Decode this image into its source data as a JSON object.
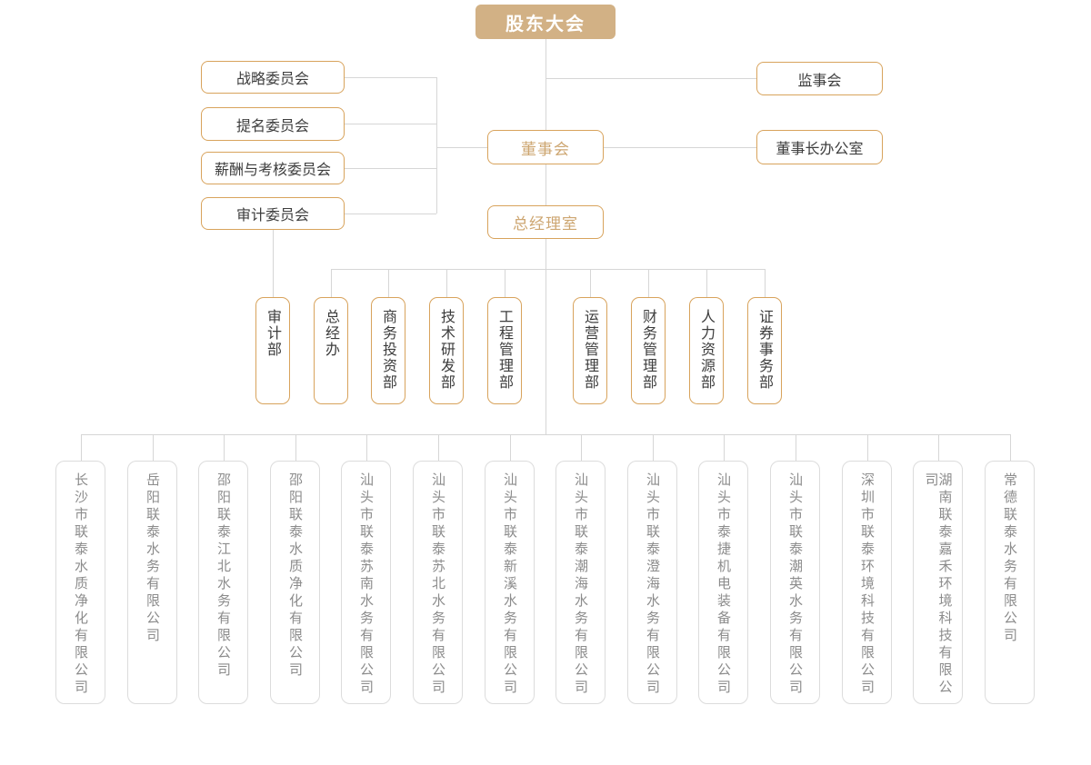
{
  "colors": {
    "gold_fill": "#d2b185",
    "gold_border": "#d8a35c",
    "gold_text": "#cda671",
    "dark_text": "#3d3d3d",
    "gray_border": "#dcdcdc",
    "gray_text": "#8c8c8c",
    "connector_line": "#d6d6d6"
  },
  "org": {
    "root": "股东大会",
    "committees": [
      "战略委员会",
      "提名委员会",
      "薪酬与考核委员会",
      "审计委员会"
    ],
    "supervisory_board": "监事会",
    "chairman_office": "董事长办公室",
    "board": "董事会",
    "gm_office": "总经理室",
    "departments": [
      "审计部",
      "总经办",
      "商务投资部",
      "技术研发部",
      "工程管理部",
      "运营管理部",
      "财务管理部",
      "人力资源部",
      "证券事务部"
    ],
    "subsidiaries": [
      "长沙市联泰水质净化有限公司",
      "岳阳联泰水务有限公司",
      "邵阳联泰江北水务有限公司",
      "邵阳联泰水质净化有限公司",
      "汕头市联泰苏南水务有限公司",
      "汕头市联泰苏北水务有限公司",
      "汕头市联泰新溪水务有限公司",
      "汕头市联泰潮海水务有限公司",
      "汕头市联泰澄海水务有限公司",
      "汕头市泰捷机电装备有限公司",
      "汕头市联泰潮英水务有限公司",
      "深圳市联泰环境科技有限公司",
      "湖南联泰嘉禾环境科技有限公司",
      "常德联泰水务有限公司"
    ]
  }
}
